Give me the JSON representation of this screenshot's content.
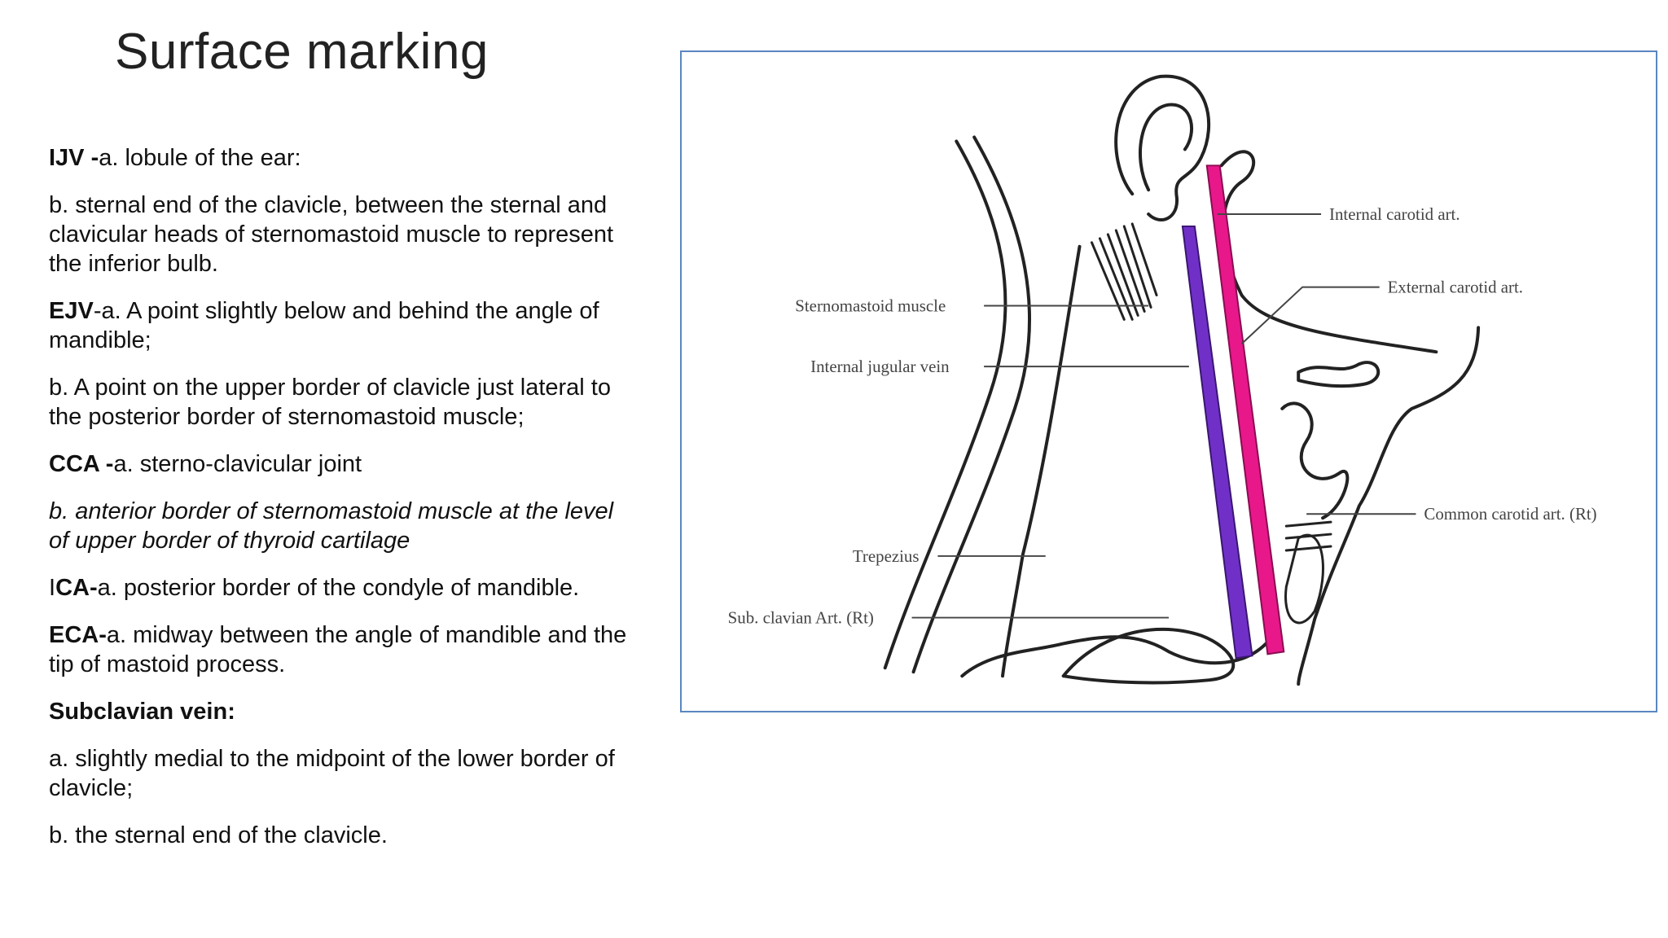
{
  "title": "Surface marking",
  "notes": {
    "ijv_term": "IJV -",
    "ijv_a": "a. lobule of the ear:",
    "ijv_b": "b. sternal end of the clavicle, between the sternal and clavicular heads of sternomastoid muscle to represent the inferior bulb.",
    "ejv_term": "EJV",
    "ejv_a": "-a. A point slightly below and behind the angle of mandible;",
    "ejv_b": "b. A point on the upper border of clavicle just lateral to the posterior border of sternomastoid muscle;",
    "cca_term": "CCA -",
    "cca_a": "a. sterno-clavicular joint",
    "cca_b": "b. anterior border of sternomastoid muscle at the level of upper border of thyroid cartilage",
    "ica_prefix": "I",
    "ica_term": "CA-",
    "ica_a": "a. posterior border of the condyle of mandible.",
    "eca_term": "ECA-",
    "eca_a": "a. midway between the angle of mandible and the tip of mastoid process.",
    "subclavian_term": "Subclavian vein:",
    "subclavian_a": "a. slightly medial to the midpoint of the lower border of clavicle;",
    "subclavian_b": "b. the sternal end of the clavicle."
  },
  "figure": {
    "labels": {
      "internal_carotid": "Internal carotid art.",
      "external_carotid": "External carotid art.",
      "sternomastoid": "Sternomastoid muscle",
      "internal_jugular": "Internal jugular vein",
      "common_carotid": "Common carotid art. (Rt)",
      "trapezius": "Trepezius",
      "subclavian_art": "Sub. clavian Art. (Rt)"
    },
    "colors": {
      "artery": "#e8188a",
      "vein": "#7030c8",
      "frame": "#5b86c0",
      "line": "#222222"
    }
  }
}
